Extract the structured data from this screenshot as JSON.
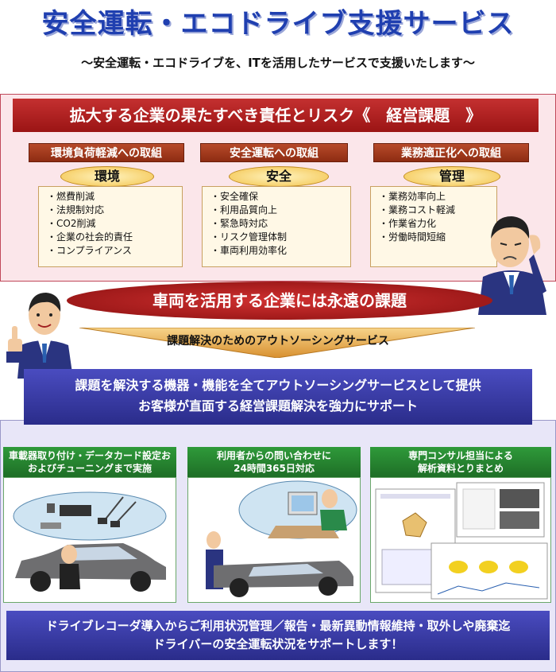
{
  "header": {
    "title": "安全運転・エコドライブ支援サービス",
    "subtitle": "～安全運転・エコドライブを、ITを活用したサービスで支援いたします～"
  },
  "risk_banner": "拡大する企業の果たすべき責任とリスク《　経営課題　》",
  "categories": [
    {
      "head": "環境負荷軽減への取組",
      "tag": "環境",
      "items": [
        "・燃費削減",
        "・法規制対応",
        "・CO2削減",
        "・企業の社会的責任",
        "・コンプライアンス"
      ]
    },
    {
      "head": "安全運転への取組",
      "tag": "安全",
      "items": [
        "・安全確保",
        "・利用品質向上",
        "・緊急時対応",
        "・リスク管理体制",
        "・車両利用効率化"
      ]
    },
    {
      "head": "業務適正化への取組",
      "tag": "管理",
      "items": [
        "・業務効率向上",
        "・業務コスト軽減",
        "・作業省力化",
        "・労働時間短縮"
      ]
    }
  ],
  "eternal_issue": "車両を活用する企業には永遠の課題",
  "outsourcing_label": "課題解決のためのアウトソーシングサービス",
  "solution": {
    "line1": "課題を解決する機器・機能を全てアウトソーシングサービスとして提供",
    "line2": "お客様が直面する経営課題解決を強力にサポート"
  },
  "panels": [
    {
      "line1": "車載器取り付け・データカード設定お",
      "line2": "およびチューニングまで実施"
    },
    {
      "line1": "利用者からの問い合わせに",
      "line2": "24時間365日対応"
    },
    {
      "line1": "専門コンサル担当による",
      "line2": "解析資料とりまとめ"
    }
  ],
  "footer": {
    "line1": "ドライブレコーダ導入からご利用状況管理／報告・最新異動情報維持・取外しや廃棄迄",
    "line2": "ドライバーの安全運転状況をサポートします！"
  },
  "colors": {
    "title": "#1f3fb0",
    "red_banner": "#b02020",
    "blue_banner": "#3a3ca8",
    "green_head": "#2a8a34"
  }
}
